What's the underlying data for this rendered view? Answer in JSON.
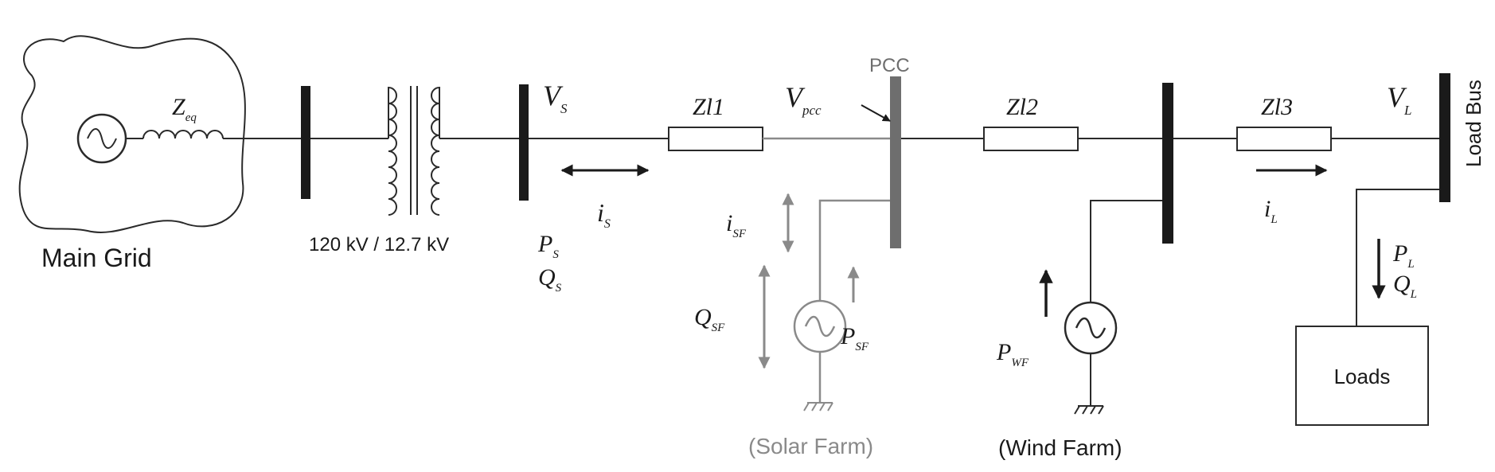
{
  "labels": {
    "main_grid": "Main Grid",
    "transformer_rating": "120 kV / 12.7 kV",
    "pcc": "PCC",
    "load_bus": "Load Bus",
    "solar_farm": "(Solar Farm)",
    "wind_farm": "(Wind Farm)",
    "loads": "Loads"
  },
  "symbols": {
    "zeq": {
      "main": "Z",
      "sub": "eq"
    },
    "vs": {
      "main": "V",
      "sub": "S"
    },
    "vpcc": {
      "main": "V",
      "sub": "pcc"
    },
    "vl": {
      "main": "V",
      "sub": "L"
    },
    "zl1": "Zl1",
    "zl2": "Zl2",
    "zl3": "Zl3",
    "is": {
      "main": "i",
      "sub": "S"
    },
    "isf": {
      "main": "i",
      "sub": "SF"
    },
    "il": {
      "main": "i",
      "sub": "L"
    },
    "ps": {
      "main": "P",
      "sub": "S"
    },
    "qs": {
      "main": "Q",
      "sub": "S"
    },
    "qsf": {
      "main": "Q",
      "sub": "SF"
    },
    "psf": {
      "main": "P",
      "sub": "SF"
    },
    "pwf": {
      "main": "P",
      "sub": "WF"
    },
    "pl": {
      "main": "P",
      "sub": "L"
    },
    "ql": {
      "main": "Q",
      "sub": "L"
    }
  },
  "colors": {
    "line": "#2a2a2a",
    "bus": "#1a1a1a",
    "gray": "#8a8a8a"
  }
}
